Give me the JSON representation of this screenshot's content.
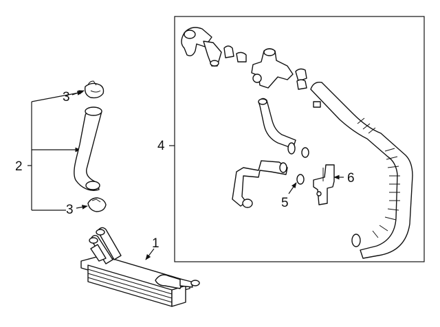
{
  "callouts": {
    "c1": "1",
    "c2": "2",
    "c3_top": "3",
    "c3_bottom": "3",
    "c4": "4",
    "c5": "5",
    "c6": "6"
  }
}
